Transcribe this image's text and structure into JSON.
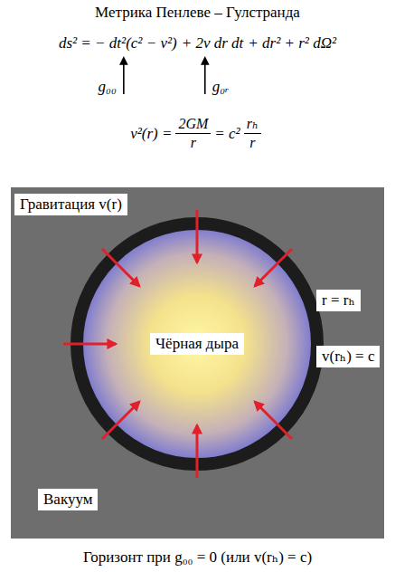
{
  "diagram": {
    "title": "Метрика Пенлеве – Гулстранда",
    "caption": "Горизонт при g₀₀ = 0 (или v(rₕ) = c)",
    "nodes": [
      {
        "text": [
          "Гравитация v(r)"
        ]
      },
      {
        "text": [
          "Чёрная дыра"
        ]
      },
      {
        "text": [
          "r = rₕ"
        ]
      },
      {
        "text": [
          "v(rₕ) = c"
        ]
      },
      {
        "text": [
          "Вакуум"
        ]
      }
    ],
    "labels": [
      "ds² = − dt²(c² − v²)",
      "+ 2v dr dt",
      "+ dr² + r² dΩ²",
      "g₀₀",
      "g₀ᵣ",
      "v²(r) =",
      "2GM",
      "r",
      "= c²",
      "rₕ",
      "r"
    ]
  }
}
